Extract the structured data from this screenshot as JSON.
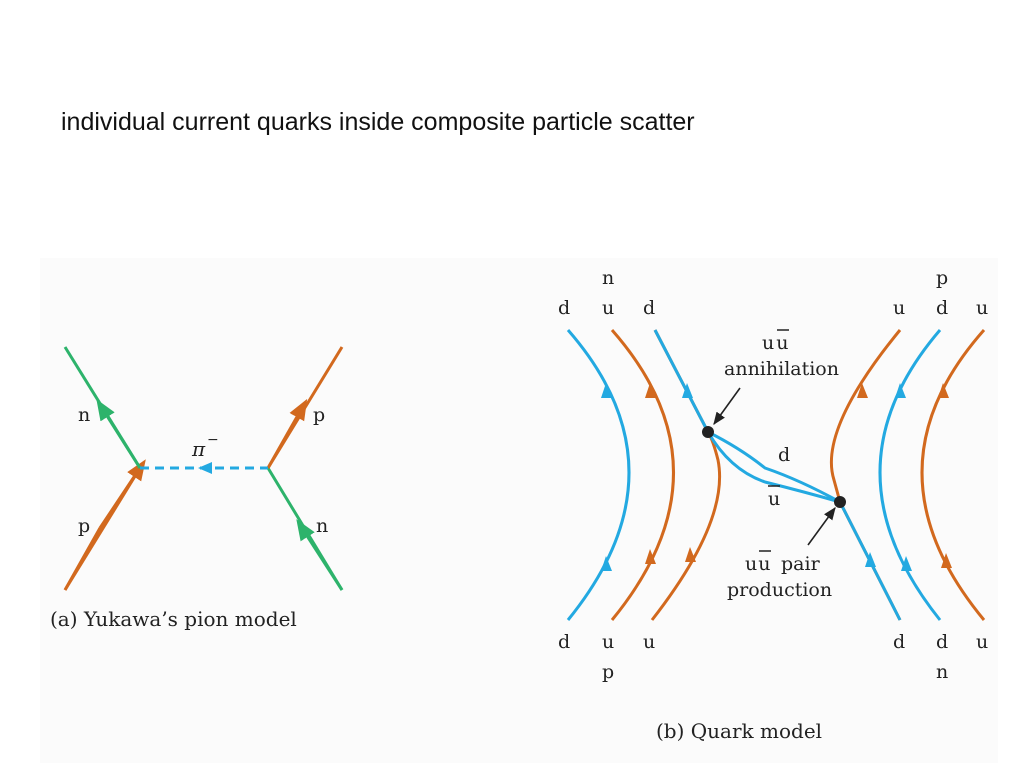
{
  "title": "individual current quarks inside composite particle scatter",
  "colors": {
    "quark_d_blue": "#23a9e1",
    "quark_u_orange": "#d2691e",
    "neutron_green": "#2db36b",
    "vertex_black": "#222222"
  },
  "panel_a": {
    "caption": "(a) Yukawa’s pion model",
    "labels": {
      "n_left": "n",
      "p_left": "p",
      "p_right": "p",
      "n_right": "n",
      "pion": "π",
      "pion_charge": "−"
    }
  },
  "panel_b": {
    "caption": "(b) Quark model",
    "top_particle_left": "n",
    "top_particle_right": "p",
    "bottom_particle_left": "p",
    "bottom_particle_right": "n",
    "top_quarks": [
      "d",
      "u",
      "d",
      "u",
      "d",
      "u"
    ],
    "bottom_quarks": [
      "d",
      "u",
      "u",
      "d",
      "d",
      "u"
    ],
    "exchange_d": "d",
    "exchange_ubar": "u",
    "annihilation_pair": "uu",
    "annihilation_text": "annihilation",
    "production_pair": "uu",
    "production_text": "pair",
    "production_text2": "production"
  }
}
